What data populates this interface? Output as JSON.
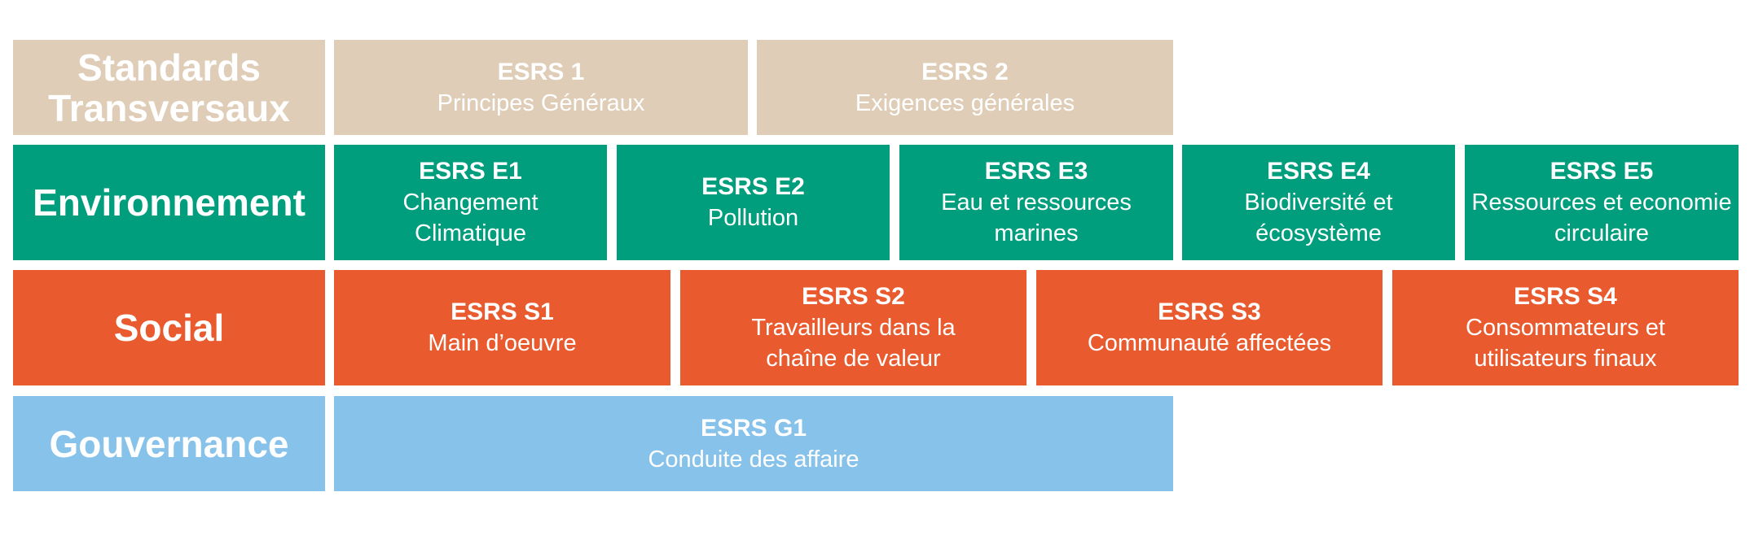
{
  "colors": {
    "transversal": "#dfcdb7",
    "environment": "#009e7d",
    "social": "#e95a2e",
    "governance": "#87c2ea",
    "text": "#ffffff"
  },
  "rows": [
    {
      "header": [
        "Standards",
        "Transversaux"
      ],
      "standards": [
        {
          "code": "ESRS 1",
          "lines": [
            "Principes Généraux"
          ]
        },
        {
          "code": "ESRS 2",
          "lines": [
            "Exigences générales"
          ]
        }
      ]
    },
    {
      "header": [
        "Environnement"
      ],
      "standards": [
        {
          "code": "ESRS E1",
          "lines": [
            "Changement",
            "Climatique"
          ]
        },
        {
          "code": "ESRS E2",
          "lines": [
            "Pollution"
          ]
        },
        {
          "code": "ESRS E3",
          "lines": [
            "Eau et ressources",
            "marines"
          ]
        },
        {
          "code": "ESRS E4",
          "lines": [
            "Biodiversité et",
            "écosystème"
          ]
        },
        {
          "code": "ESRS E5",
          "lines": [
            "Ressources et economie",
            "circulaire"
          ]
        }
      ]
    },
    {
      "header": [
        "Social"
      ],
      "standards": [
        {
          "code": "ESRS S1",
          "lines": [
            "Main d’oeuvre"
          ]
        },
        {
          "code": "ESRS S2",
          "lines": [
            "Travailleurs dans la",
            "chaîne de valeur"
          ]
        },
        {
          "code": "ESRS S3",
          "lines": [
            "Communauté affectées"
          ]
        },
        {
          "code": "ESRS S4",
          "lines": [
            "Consommateurs et",
            "utilisateurs finaux"
          ]
        }
      ]
    },
    {
      "header": [
        "Gouvernance"
      ],
      "standards": [
        {
          "code": "ESRS G1",
          "lines": [
            "Conduite des affaire"
          ]
        }
      ]
    }
  ]
}
